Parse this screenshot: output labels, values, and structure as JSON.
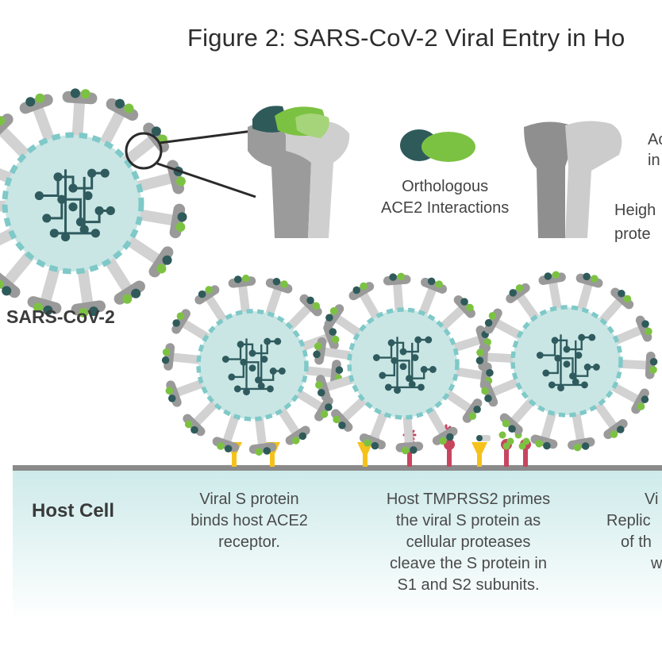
{
  "title": "Figure 2: SARS-CoV-2 Viral Entry in Ho",
  "virus_label": "SARS-CoV-2",
  "orthologous_label": [
    "Orthologous",
    "ACE2 Interactions"
  ],
  "side_label_top": [
    "Ac",
    "in"
  ],
  "side_label_bottom": [
    "Heigh",
    "prote"
  ],
  "host_cell_label": "Host Cell",
  "steps": [
    {
      "lines": [
        "Viral S protein",
        "binds host ACE2",
        "receptor."
      ]
    },
    {
      "lines": [
        "Host TMPRSS2 primes",
        "the viral S protein as",
        "cellular proteases",
        "cleave the S protein in",
        "S1 and S2 subunits."
      ]
    },
    {
      "lines": [
        "Vi",
        "Replic",
        "of th",
        "w"
      ]
    }
  ],
  "colors": {
    "virus_fill": "#c9e6e4",
    "virus_ring": "#7fc9c8",
    "rna": "#2f5b5f",
    "spike": "#9a9a9a",
    "spike_light": "#d2d2d2",
    "spike_tip_dark": "#2f5a5a",
    "spike_tip_green": "#7cc242",
    "membrane": "#8a8a8a",
    "host_fill": "#d9efef",
    "ace2": "#f5c21b",
    "tmprss2": "#c8455f",
    "protease": "#7cc242"
  }
}
